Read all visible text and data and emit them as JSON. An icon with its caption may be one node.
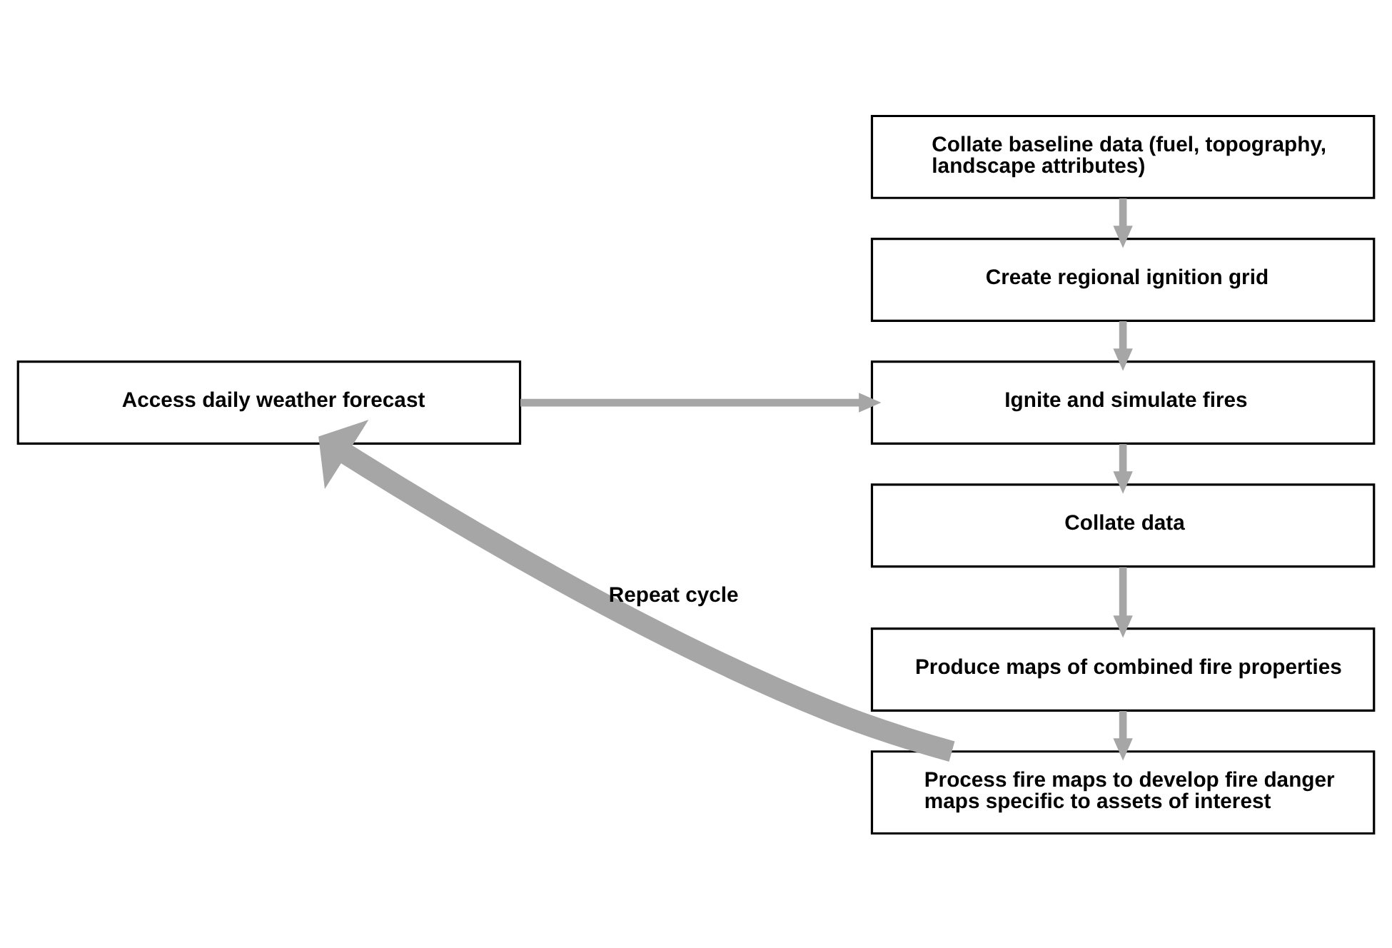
{
  "diagram": {
    "nodes": [
      {
        "text": [
          "Access daily weather forecast"
        ]
      },
      {
        "text": [
          "Collate baseline data (fuel, topography, landscape attributes)"
        ]
      },
      {
        "text": [
          "Create regional ignition grid"
        ]
      },
      {
        "text": [
          "Ignite and simulate fires"
        ]
      },
      {
        "text": [
          "Collate data"
        ]
      },
      {
        "text": [
          "Produce maps of combined fire properties"
        ]
      },
      {
        "text": [
          "Process fire maps to develop fire danger maps specific to assets of interest"
        ]
      }
    ],
    "edges": [
      {
        "from": 1,
        "to": 2,
        "arrow": "to"
      },
      {
        "from": 2,
        "to": 3,
        "arrow": "to"
      },
      {
        "from": 0,
        "to": 3,
        "arrow": "to"
      },
      {
        "from": 3,
        "to": 4,
        "arrow": "to"
      },
      {
        "from": 4,
        "to": 5,
        "arrow": "to"
      },
      {
        "from": 5,
        "to": 6,
        "arrow": "to"
      },
      {
        "from": 6,
        "to": 0,
        "arrow": "to",
        "label": "Repeat cycle",
        "style": "thick"
      }
    ]
  }
}
